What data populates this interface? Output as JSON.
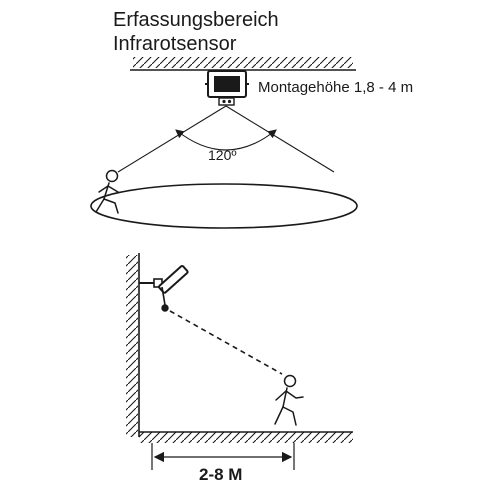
{
  "title": {
    "line1": "Erfassungsbereich",
    "line2": "Infrarotsensor"
  },
  "mounting_height_label": "Montagehöhe 1,8 - 4 m",
  "detection_angle_label": "120º",
  "detection_distance_label": "2-8 M",
  "icons": [
    "floodlight-icon",
    "pir-sensor-icon",
    "walking-person-icon",
    "wall-mounted-floodlight-icon"
  ],
  "colors": {
    "line": "#1a1a1a",
    "background": "#ffffff"
  }
}
